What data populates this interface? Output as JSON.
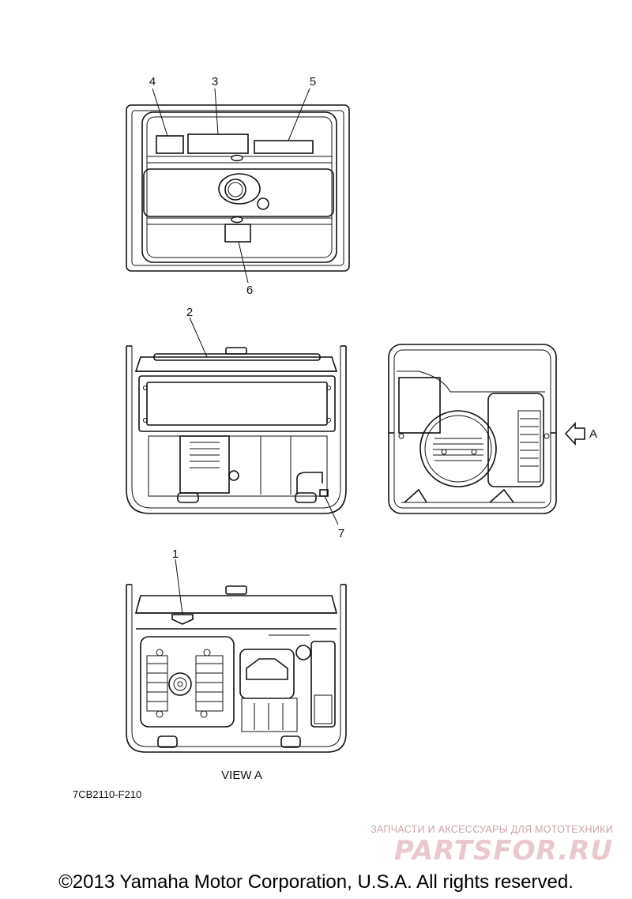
{
  "callouts": {
    "c1": "1",
    "c2": "2",
    "c3": "3",
    "c4": "4",
    "c5": "5",
    "c6": "6",
    "c7": "7"
  },
  "view_arrow_label": "A",
  "view_caption": "VIEW A",
  "diagram_code": "7CB2110-F210",
  "watermark": {
    "tagline": "ЗАПЧАСТИ И АКСЕССУАРЫ ДЛЯ МОТОТЕХНИКИ",
    "brand": "PARTSFOR.RU"
  },
  "copyright": "©2013 Yamaha Motor Corporation, U.S.A. All rights reserved."
}
